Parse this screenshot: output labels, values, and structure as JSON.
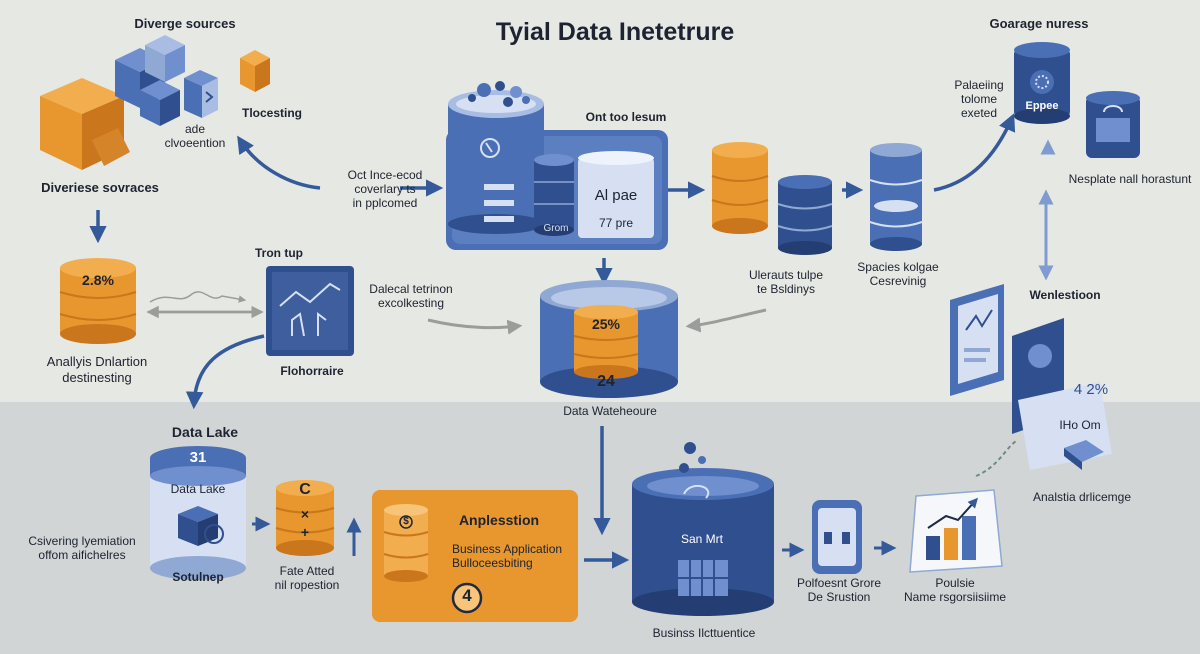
{
  "title": "Tyial Data Inetetrure",
  "colors": {
    "blue": "#4a6fb5",
    "dark_blue": "#2f4f8e",
    "light_blue": "#8fa8d4",
    "orange": "#e8962e",
    "dark_orange": "#c9761c",
    "arrow": "#345a9a",
    "grey_arrow": "#9a9e9a"
  },
  "labels": {
    "sources_top": "Diverge sources",
    "sources_bottom": "Diveriese sovraces",
    "ade": "ade\nclvoeention",
    "tlocesting": "Tlocesting",
    "oct_line": "Oct Ince-ecod\ncoverlary ts\nin pplcomed",
    "ont_too": "Ont too lesum",
    "al_pae": "Al pae",
    "pct_77": "77 pre",
    "grom": "Grom",
    "uleraurts": "Ulerauts tulpe\nte Bsldinys",
    "spacies": "Spacies kolgae\nCesrevinig",
    "goarage": "Goarage nuress",
    "polaesing": "Palaeiing\ntolome\nexeted",
    "eppee": "Eppee",
    "nesplate": "Nesplate nall horastunt",
    "wenlestioon": "Wenlestioon",
    "pct_42": "4 2%",
    "iho_om": "IHo Om",
    "analsta": "Analstia drlicemge",
    "pct_28": "2.8%",
    "analyis": "Anallyis Dnlartion\ndestinesting",
    "tron_tup": "Tron tup",
    "flohorraire": "Flohorraire",
    "dalecal": "Dalecal tetrinon\nexcolkesting",
    "pct_25": "25%",
    "num_24": "24",
    "data_warehouse": "Data Wateheoure",
    "data_lake_title": "Data Lake",
    "num_31": "31",
    "data_lake_inner": "Data Lake",
    "csivering": "Csivering lyemiation\noffom aifichelres",
    "sotulnep": "Sotulnep",
    "letter_c": "C",
    "sym_x": "×",
    "sym_plus": "+",
    "fate_atted": "Fate Atted\nnil ropestion",
    "anplesstion": "Anplesstion",
    "business_app": "Business Application\nBulloceesbiting",
    "num_4": "4",
    "dollar": "$",
    "san_mrt": "San Mrt",
    "busins": "Businss Ilcttuentice",
    "polfoesnt": "Polfoesnt Grore\nDe Srustion",
    "poulsie": "Poulsie\nName rsgorsiisiime"
  }
}
